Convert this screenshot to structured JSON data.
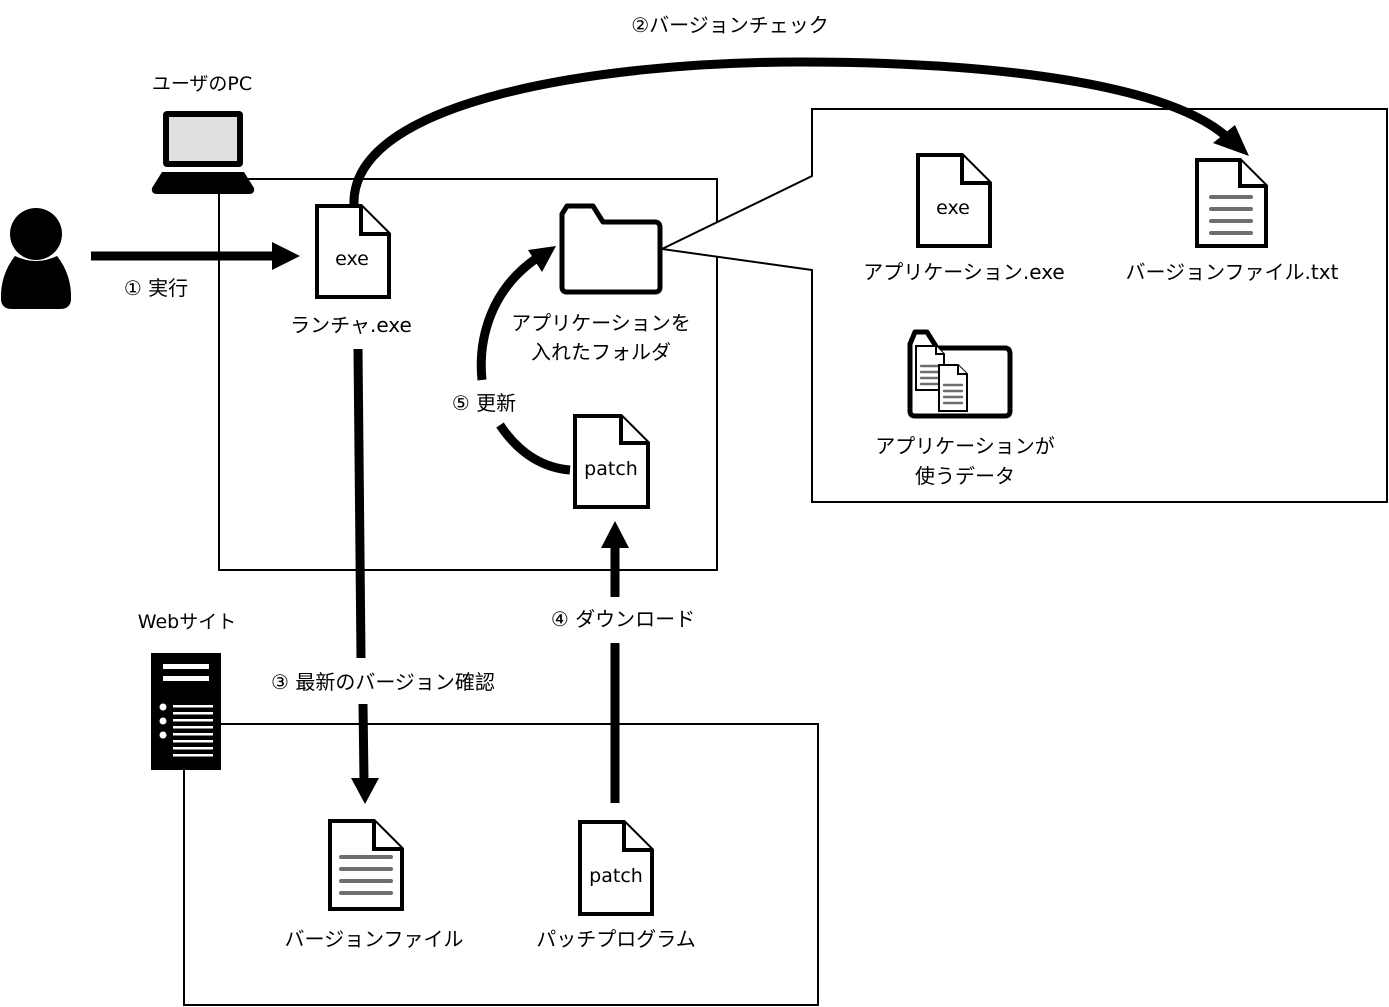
{
  "title": "ランチャによる自動アップデートの仕組み",
  "actors": {
    "user": {
      "icon": "user-icon"
    },
    "user_pc": {
      "label": "ユーザのPC",
      "icon": "laptop-icon"
    },
    "website": {
      "label": "Webサイト",
      "icon": "server-icon"
    }
  },
  "pc_box": {
    "launcher": {
      "icon_text": "exe",
      "label": "ランチャ.exe"
    },
    "app_folder": {
      "label_line1": "アプリケーションを",
      "label_line2": "入れたフォルダ"
    },
    "patch": {
      "icon_text": "patch"
    }
  },
  "folder_detail": {
    "app_exe": {
      "icon_text": "exe",
      "label": "アプリケーション.exe"
    },
    "version_file": {
      "label": "バージョンファイル.txt"
    },
    "app_data": {
      "label_line1": "アプリケーションが",
      "label_line2": "使うデータ"
    }
  },
  "web_box": {
    "version_file": {
      "label": "バージョンファイル"
    },
    "patch_program": {
      "icon_text": "patch",
      "label": "パッチプログラム"
    }
  },
  "steps": [
    {
      "id": 1,
      "label": "① 実行"
    },
    {
      "id": 2,
      "label": "②バージョンチェック"
    },
    {
      "id": 3,
      "label": "③ 最新のバージョン確認"
    },
    {
      "id": 4,
      "label": "④ ダウンロード"
    },
    {
      "id": 5,
      "label": "⑤ 更新"
    }
  ],
  "colors": {
    "line": "#000000",
    "doc_text_lines": "#6e6e6e",
    "screen": "#e0e0e0"
  }
}
